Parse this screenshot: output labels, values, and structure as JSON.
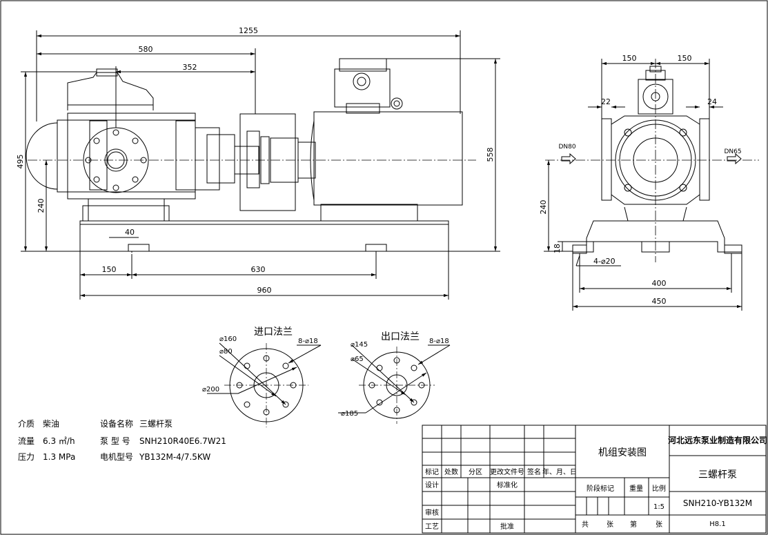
{
  "front_view": {
    "dims": {
      "overall_length": "1255",
      "pump_to_coupling": "580",
      "pump_center_to_coupling": "352",
      "total_height": "495",
      "center_height": "240",
      "motor_height": "558",
      "bolt_offset": "40",
      "base_left": "150",
      "base_span": "630",
      "base_length": "960"
    }
  },
  "side_view": {
    "dims": {
      "half_left": "150",
      "half_right": "150",
      "flange_left": "22",
      "flange_right": "24",
      "center_height": "240",
      "base_thickness": "18",
      "bolt_holes": "4-⌀20",
      "bolt_span": "400",
      "base_width": "450"
    },
    "inlet": "DN80",
    "outlet": "DN65"
  },
  "inlet_flange": {
    "title": "进口法兰",
    "d_bolt_circle": "⌀160",
    "d_bore": "⌀80",
    "d_outer": "⌀200",
    "holes": "8-⌀18"
  },
  "outlet_flange": {
    "title": "出口法兰",
    "d_bolt_circle": "⌀145",
    "d_bore": "⌀65",
    "d_outer": "⌀185",
    "holes": "8-⌀18"
  },
  "specs": {
    "medium_label": "介质",
    "medium_value": "柴油",
    "flow_label": "流量",
    "flow_value": "6.3 ㎡/h",
    "pressure_label": "压力",
    "pressure_value": "1.3 MPa",
    "equip_label": "设备名称",
    "equip_value": "三螺杆泵",
    "pump_label": "泵 型 号",
    "pump_value": "SNH210R40E6.7W21",
    "motor_label": "电机型号",
    "motor_value": "YB132M-4/7.5KW"
  },
  "title_block": {
    "drawing_title": "机组安装图",
    "company": "河北远东泵业制造有限公司",
    "product": "三螺杆泵",
    "model": "SNH210-YB132M",
    "code": "H8.1",
    "col_mark": "标记",
    "col_count": "处数",
    "col_zone": "分区",
    "col_doc": "更改文件号",
    "col_sign": "签名",
    "col_date": "年、月、日",
    "design": "设计",
    "standard": "标准化",
    "review": "审核",
    "process": "工艺",
    "approve": "批准",
    "stage": "阶段标记",
    "weight": "重量",
    "scale_label": "比例",
    "scale_value": "1:5",
    "sheet_total": "共",
    "sheet_unit1": "张",
    "sheet_no": "第",
    "sheet_unit2": "张"
  }
}
